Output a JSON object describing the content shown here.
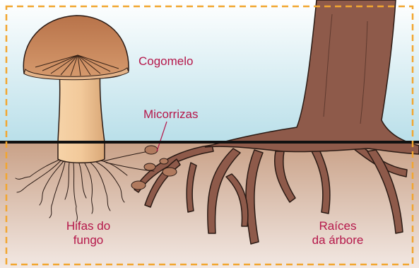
{
  "labels": {
    "mushroom": "Cogomelo",
    "mycorrhizae": "Micorrizas",
    "hyphae_line1": "Hifas do",
    "hyphae_line2": "fungo",
    "roots_line1": "Raíces",
    "roots_line2": "da árbore"
  },
  "colors": {
    "sky_top": "#ffffff",
    "sky_bottom": "#b9dfe9",
    "soil_top": "#c9a187",
    "soil_bottom": "#f2e8e3",
    "frame": "#f2a630",
    "label": "#b5174a",
    "trunk": "#8e5a4a",
    "cap": "#c7845a",
    "stem": "#f2c99a",
    "ground_line": "#111111"
  }
}
